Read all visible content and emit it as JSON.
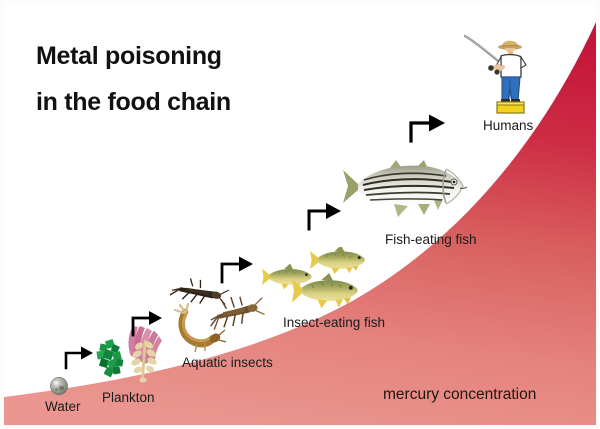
{
  "infographic": {
    "title_line1": "Metal poisoning",
    "title_line2": "in the food chain",
    "axis_label": "mercury concentration",
    "background_color": "#ffffff",
    "gradient_top_color": "#c8203c",
    "gradient_bottom_color": "#e8918c",
    "title_color": "#111111",
    "label_color": "#1b1b1b"
  },
  "chain": {
    "steps": [
      {
        "id": "water",
        "label": "Water",
        "icon": "water-droplet-icon",
        "level": 1
      },
      {
        "id": "plankton",
        "label": "Plankton",
        "icon": "plankton-icon",
        "level": 2
      },
      {
        "id": "aquatic-insects",
        "label": "Aquatic insects",
        "icon": "aquatic-insect-icon",
        "level": 3
      },
      {
        "id": "insect-eating-fish",
        "label": "Insect-eating fish",
        "icon": "small-fish-icon",
        "level": 4
      },
      {
        "id": "fish-eating-fish",
        "label": "Fish-eating fish",
        "icon": "striped-bass-icon",
        "level": 5
      },
      {
        "id": "humans",
        "label": "Humans",
        "icon": "fisherman-icon",
        "level": 6
      }
    ],
    "arrow_count": 5,
    "arrow_color": "#000000"
  },
  "chart_data": {
    "type": "area",
    "title": "Metal poisoning in the food chain",
    "xlabel": "",
    "ylabel": "mercury concentration",
    "categories": [
      "Water",
      "Plankton",
      "Aquatic insects",
      "Insect-eating fish",
      "Fish-eating fish",
      "Humans"
    ],
    "values": [
      1,
      2,
      3,
      4,
      5,
      6
    ],
    "annotations": [
      "mercury concentration"
    ],
    "legend": "none",
    "grid": false
  }
}
